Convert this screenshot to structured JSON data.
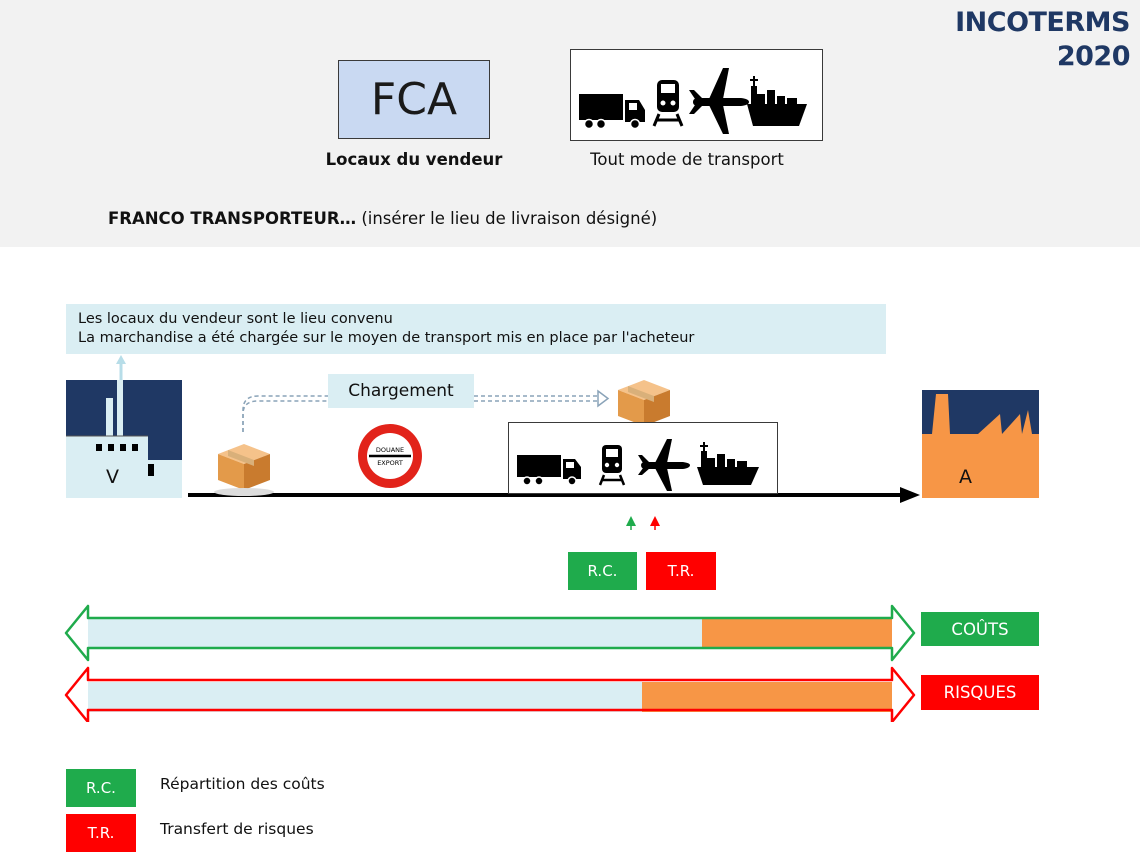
{
  "header": {
    "title_line1": "INCOTERMS",
    "title_line2": "2020",
    "term_code": "FCA",
    "term_place": "Locaux du vendeur",
    "transport_mode": "Tout mode de transport",
    "rule_name": "FRANCO TRANSPORTEUR…",
    "rule_suffix": " (insérer le lieu de livraison désigné)"
  },
  "note": {
    "line1": "Les locaux du vendeur sont le lieu convenu",
    "line2": "La marchandise a été chargée sur le moyen de transport mis en place par l'acheteur"
  },
  "diagram": {
    "seller_label": "V",
    "buyer_label": "A",
    "loading_label": "Chargement",
    "customs_line1": "DOUANE",
    "customs_line2": "EXPORT",
    "cost_tag": "R.C.",
    "risk_tag": "T.R.",
    "costs_label": "COÛTS",
    "risks_label": "RISQUES"
  },
  "legend": [
    {
      "tag": "R.C.",
      "text": "Répartition des coûts"
    },
    {
      "tag": "T.R.",
      "text": "Transfert de risques"
    }
  ],
  "colors": {
    "green": "#1fab4c",
    "red": "#ff0000",
    "orange": "#f79646",
    "light_blue": "#daeef3",
    "navy": "#1f3864",
    "fca_blue": "#c9d9f2"
  },
  "icons": [
    "truck-icon",
    "train-icon",
    "airplane-icon",
    "ship-icon",
    "box-icon",
    "customs-sign-icon",
    "factory-icon"
  ]
}
